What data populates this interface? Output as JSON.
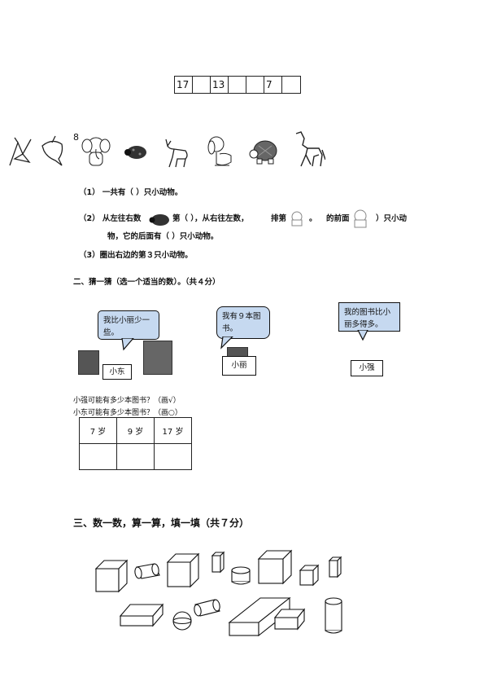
{
  "number_strip": [
    "17",
    "",
    "13",
    "",
    "",
    "7",
    ""
  ],
  "animals": [
    "bird-icon",
    "dolphin-icon",
    "elephant-icon",
    "ladybug-icon",
    "deer-icon",
    "puppy-icon",
    "turtle-icon",
    "horse-icon"
  ],
  "animal_label_8": "8",
  "questions": {
    "q1": "（1） 一共有（  ）只小动物。",
    "q2_a": "（2）  从左往右数",
    "q2_b": "第（  ），从右往左数，",
    "q2_c": "排第",
    "q2_d": "。",
    "q2_e": "的前面",
    "q2_f": "）只小动",
    "q2_line2": "物，它的后面有（  ）只小动物。",
    "q3": "（3）圈出右边的第３只小动物。"
  },
  "section2": {
    "title": "二、猜一猜（选一个适当的数）。（共４分）",
    "bubble_left": "我比小丽少一些。",
    "bubble_mid": "我有９本图书。",
    "bubble_right": "我的图书比小丽多得多。",
    "name_left": "小东",
    "name_mid": "小丽",
    "name_right": "小强",
    "prompt1": "小强可能有多少本图书？（画√）",
    "prompt2": "小东可能有多少本图书？（画○）",
    "table_headers": [
      "7 岁",
      "9 岁",
      "17 岁"
    ]
  },
  "section3": {
    "title": "三、数一数，算一算，填一填（共７分）"
  }
}
